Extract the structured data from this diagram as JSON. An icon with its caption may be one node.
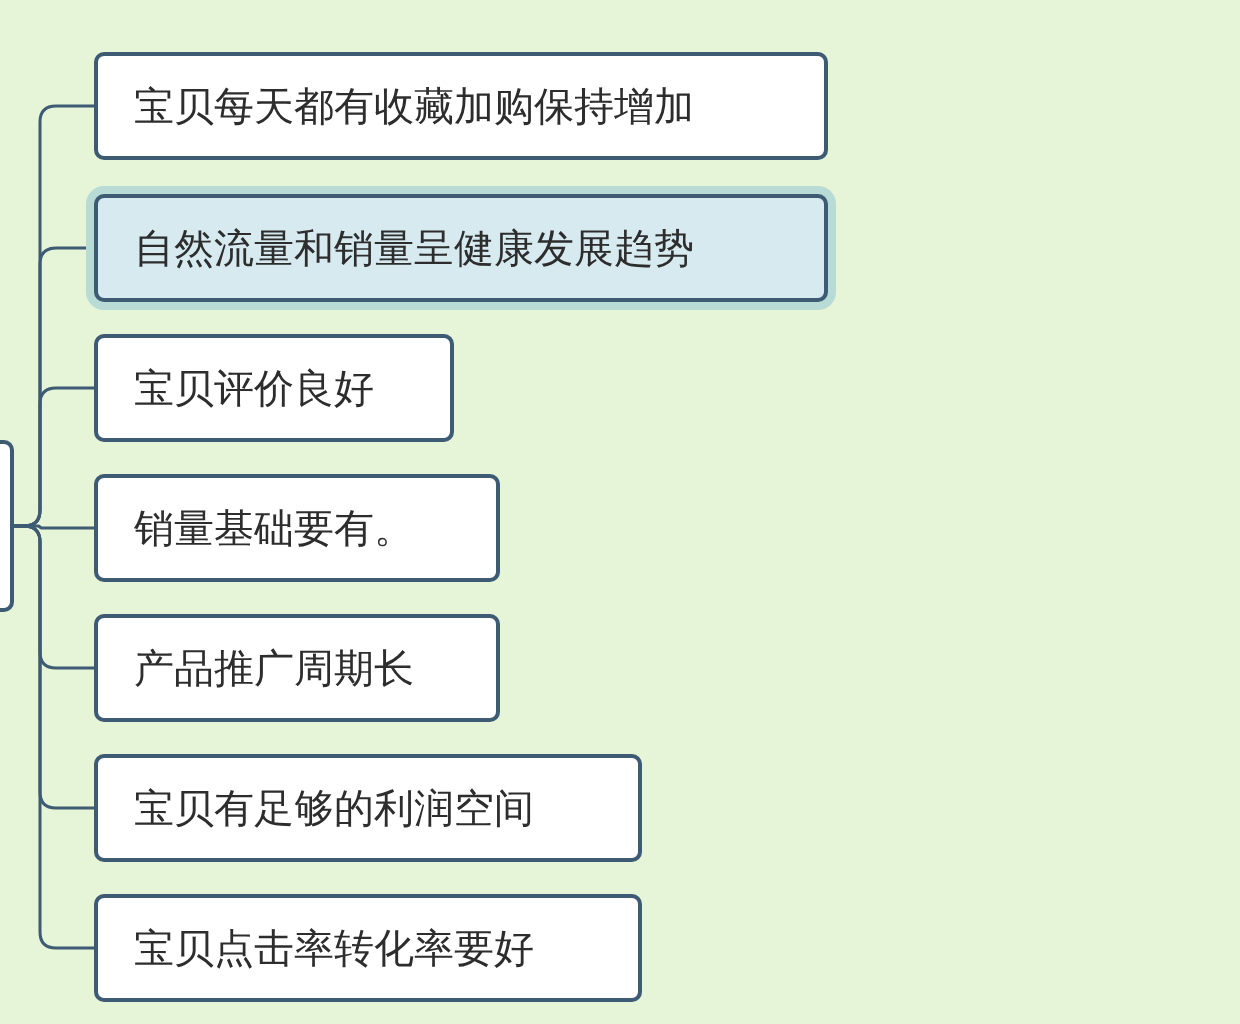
{
  "diagram": {
    "nodes": [
      {
        "text": [],
        "shape": "box"
      },
      {
        "text": [
          "宝贝每天都有收藏加购保持增加"
        ]
      },
      {
        "text": [
          "自然流量和销量呈健康发展趋势"
        ]
      },
      {
        "text": [
          "宝贝评价良好"
        ]
      },
      {
        "text": [
          "销量基础要有。"
        ]
      },
      {
        "text": [
          "产品推广周期长"
        ]
      },
      {
        "text": [
          "宝贝有足够的利润空间"
        ]
      },
      {
        "text": [
          "宝贝点击率转化率要好"
        ]
      }
    ],
    "edges": [
      {
        "from": 0,
        "to": 1,
        "arrow": "none"
      },
      {
        "from": 0,
        "to": 2,
        "arrow": "none"
      },
      {
        "from": 0,
        "to": 3,
        "arrow": "none"
      },
      {
        "from": 0,
        "to": 4,
        "arrow": "none"
      },
      {
        "from": 0,
        "to": 5,
        "arrow": "none"
      },
      {
        "from": 0,
        "to": 6,
        "arrow": "none"
      },
      {
        "from": 0,
        "to": 7,
        "arrow": "none"
      }
    ]
  }
}
